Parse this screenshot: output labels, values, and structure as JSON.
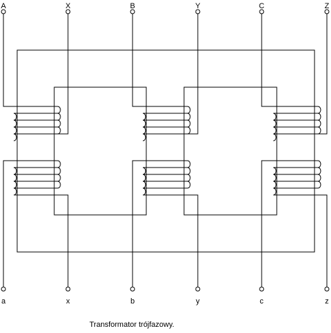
{
  "terminals": {
    "top": [
      "A",
      "X",
      "B",
      "Y",
      "C",
      "Z"
    ],
    "bottom": [
      "a",
      "x",
      "b",
      "y",
      "c",
      "z"
    ]
  },
  "caption": "Transformator trójfazowy."
}
